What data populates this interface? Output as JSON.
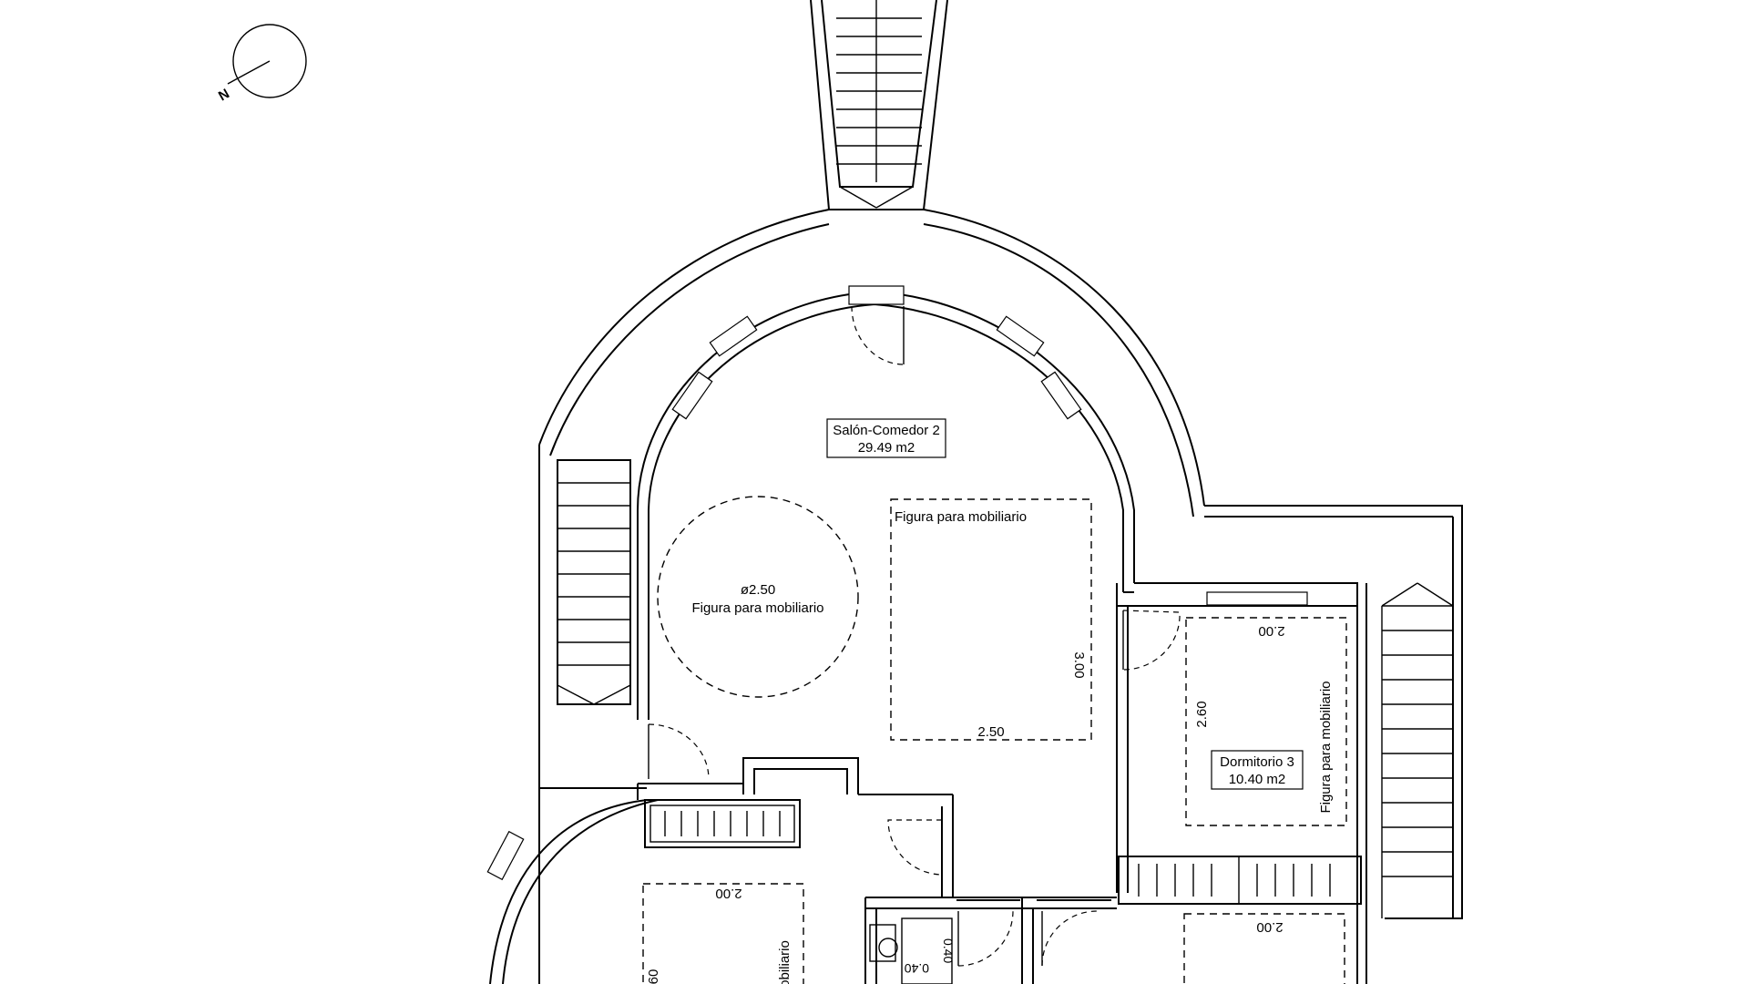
{
  "compass": {
    "north_label": "N"
  },
  "rooms": {
    "salon": {
      "name": "Salón-Comedor 2",
      "area": "29.49 m2"
    },
    "dormitorio3": {
      "name": "Dormitorio 3",
      "area": "10.40 m2"
    }
  },
  "furniture": {
    "round_table": {
      "diameter": "ø2.50",
      "label": "Figura para mobiliario"
    },
    "salon_rect": {
      "label": "Figura para mobiliario",
      "width": "2.50",
      "height": "3.00"
    },
    "dorm3_rect": {
      "label": "Figura para mobiliario",
      "width": "2.00",
      "height": "2.60"
    },
    "bottom_left_rect": {
      "width": "2.00",
      "height_partial": "60",
      "label_partial": "obiliario"
    },
    "bottom_right_rect": {
      "width": "2.00"
    },
    "bath_fixture": {
      "w": "0.40",
      "h": "0.40"
    }
  }
}
